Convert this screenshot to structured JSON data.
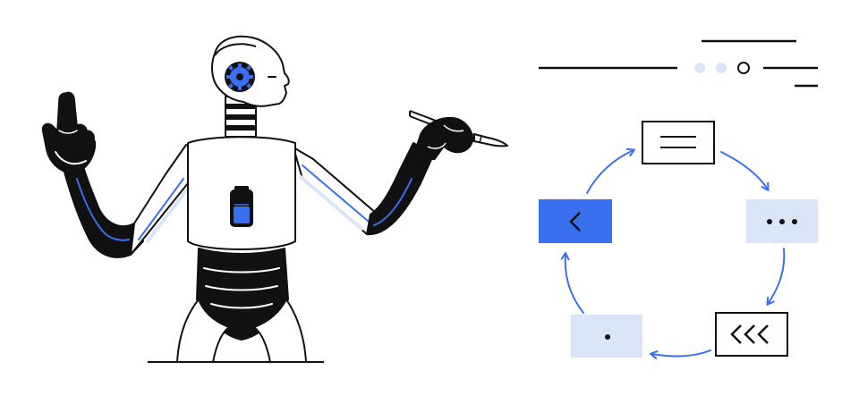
{
  "illustration": {
    "colors": {
      "ink": "#111111",
      "accent": "#3a6ff0",
      "accent_light": "#dbe5f8",
      "paper": "#ffffff"
    },
    "robot": {
      "pose": "pointing-finger-up-and-holding-paintbrush",
      "head_icon": "gear-icon",
      "chest_icon": "battery-icon",
      "battery_level": 0.55
    },
    "header": {
      "pager_dots": 3,
      "active_dot": 3
    },
    "cycle": {
      "nodes": [
        {
          "id": "top",
          "content": "text-lines-icon",
          "style": "outline"
        },
        {
          "id": "right",
          "content": "ellipsis-icon",
          "style": "light"
        },
        {
          "id": "bottom-right",
          "content": "triple-chevron-left-icon",
          "style": "outline"
        },
        {
          "id": "bottom-left",
          "content": "dot-icon",
          "style": "light"
        },
        {
          "id": "left",
          "content": "chevron-left-icon",
          "style": "filled"
        }
      ],
      "direction": "clockwise"
    }
  }
}
